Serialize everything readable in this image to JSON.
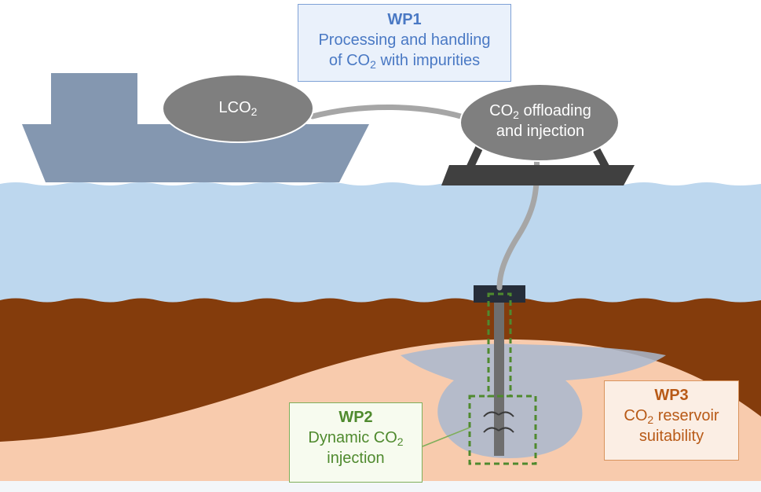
{
  "labels": {
    "ship_cargo": {
      "main": "LCO",
      "sub": "2"
    },
    "offloading": {
      "line1_pre": "CO",
      "line1_sub": "2",
      "line1_post": " offloading",
      "line2": "and injection"
    }
  },
  "wp1": {
    "title": "WP1",
    "line1": "Processing and handling",
    "line2_pre": "of CO",
    "line2_sub": "2",
    "line2_post": " with impurities"
  },
  "wp2": {
    "title": "WP2",
    "line1_pre": "Dynamic CO",
    "line1_sub": "2",
    "line2": "injection"
  },
  "wp3": {
    "title": "WP3",
    "line1_pre": "CO",
    "line1_sub": "2",
    "line1_post": " reservoir",
    "line2": "suitability"
  },
  "colors": {
    "sky": "#ffffff",
    "sea": "#bdd7ee",
    "sediment": "#843c0c",
    "reservoir": "#f8cbad",
    "plume": "#a9b8cf",
    "ship": "#8497b0",
    "tank": "#7f7f7f",
    "platform": "#404040",
    "wp1": "#4472c4",
    "wp2": "#548235",
    "wp3": "#c55a11"
  }
}
